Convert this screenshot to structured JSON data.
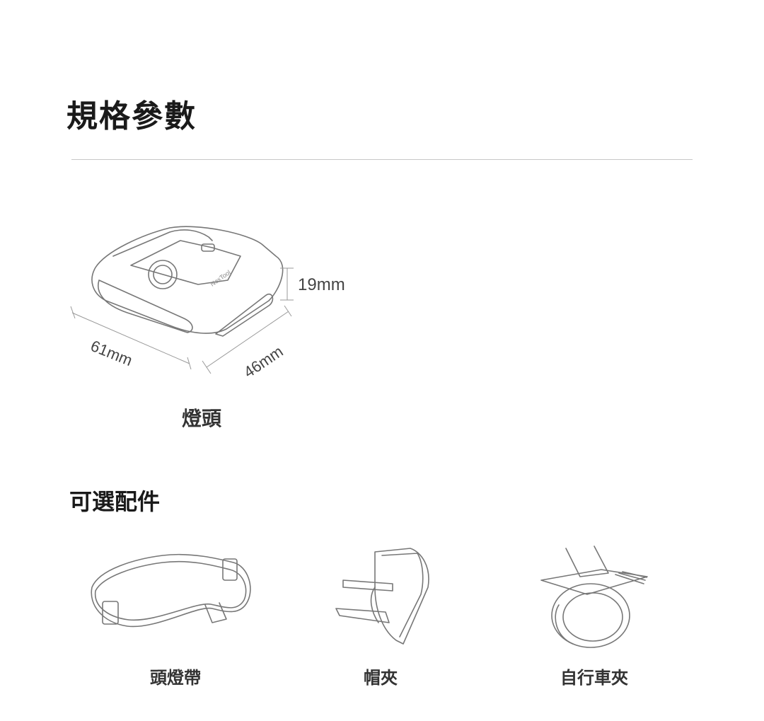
{
  "header": {
    "title": "規格參數"
  },
  "spec": {
    "product_label": "燈頭",
    "height": "19mm",
    "length": "61mm",
    "width": "46mm",
    "brand_mark": "NexTool"
  },
  "accessories": {
    "title": "可選配件",
    "items": [
      {
        "label": "頭燈帶"
      },
      {
        "label": "帽夾"
      },
      {
        "label": "自行車夾"
      }
    ]
  }
}
